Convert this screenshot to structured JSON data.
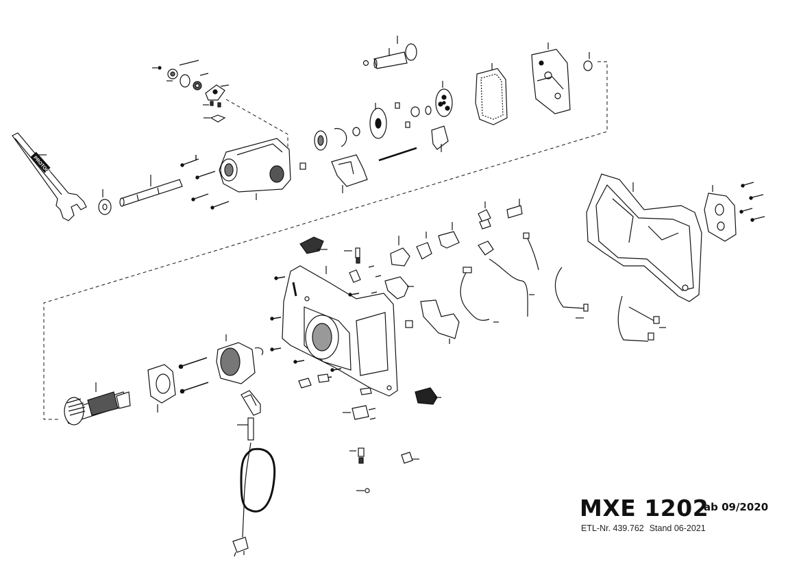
{
  "drawing": {
    "model": "MXE 1202",
    "valid_from": "ab 09/2020",
    "etl_number": "ETL-Nr. 439.762",
    "stand": "Stand 06-2021",
    "wrench_brand": "PROTOOL"
  }
}
